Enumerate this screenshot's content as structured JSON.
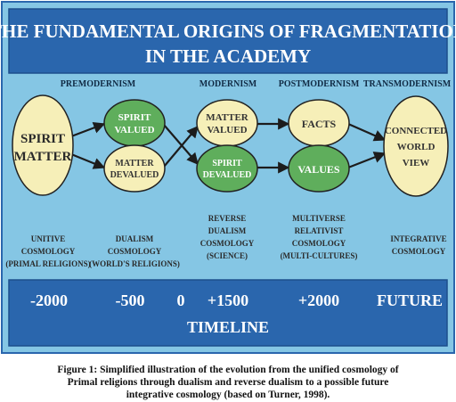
{
  "title": {
    "line1": "THE FUNDAMENTAL ORIGINS OF FRAGMENTATION",
    "line2": "IN THE ACADEMY"
  },
  "eras": {
    "premodernism": "PREMODERNISM",
    "modernism": "MODERNISM",
    "postmodernism": "POSTMODERNISM",
    "transmodernism": "TRANSMODERNISM"
  },
  "nodes": {
    "spirit_matter": {
      "line1": "SPIRIT",
      "line2": "MATTER"
    },
    "spirit_valued": {
      "line1": "SPIRIT",
      "line2": "VALUED"
    },
    "matter_devalued": {
      "line1": "MATTER",
      "line2": "DEVALUED"
    },
    "matter_valued": {
      "line1": "MATTER",
      "line2": "VALUED"
    },
    "spirit_devalued": {
      "line1": "SPIRIT",
      "line2": "DEVALUED"
    },
    "facts": {
      "line1": "FACTS"
    },
    "values": {
      "line1": "VALUES"
    },
    "connected": {
      "line1": "CONNECTED",
      "line2": "WORLD",
      "line3": "VIEW"
    }
  },
  "cosmologies": {
    "unitive": [
      "UNITIVE",
      "COSMOLOGY",
      "(PRIMAL RELIGIONS)"
    ],
    "dualism": [
      "DUALISM",
      "COSMOLOGY",
      "(WORLD'S RELIGIONS)"
    ],
    "reverse": [
      "REVERSE",
      "DUALISM",
      "COSMOLOGY",
      "(SCIENCE)"
    ],
    "multiverse": [
      "MULTIVERSE",
      "RELATIVIST",
      "COSMOLOGY",
      "(MULTI-CULTURES)"
    ],
    "integrative": [
      "INTEGRATIVE",
      "COSMOLOGY"
    ]
  },
  "timeline": {
    "label": "TIMELINE",
    "points": [
      "-2000",
      "-500",
      "0",
      "+1500",
      "+2000",
      "FUTURE"
    ]
  },
  "caption": {
    "line1": "Figure 1: Simplified illustration of the evolution from the unified cosmology of",
    "line2": "Primal religions through dualism and reverse dualism to a possible future",
    "line3": "integrative cosmology (based on Turner, 1998)."
  },
  "colors": {
    "background": "#85c6e4",
    "banner": "#2a66ad",
    "cream": "#f6efb8",
    "green": "#5fae5c",
    "arrow": "#1c1c1c"
  }
}
